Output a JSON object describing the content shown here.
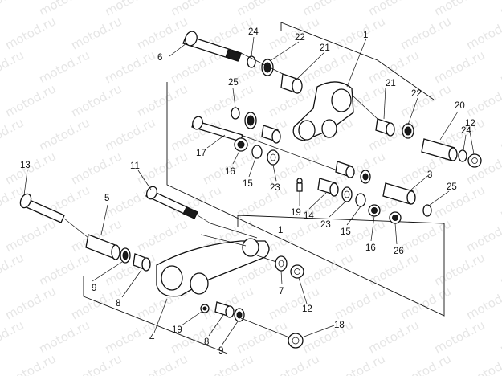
{
  "watermark": "motod.ru",
  "callouts": {
    "c1a": "1",
    "c1b": "1",
    "c3": "3",
    "c4": "4",
    "c5": "5",
    "c6": "6",
    "c7": "7",
    "c8a": "8",
    "c8b": "8",
    "c9a": "9",
    "c9b": "9",
    "c11": "11",
    "c12a": "12",
    "c12b": "12",
    "c13": "13",
    "c14": "14",
    "c15a": "15",
    "c15b": "15",
    "c16a": "16",
    "c16b": "16",
    "c17": "17",
    "c18": "18",
    "c19a": "19",
    "c19b": "19",
    "c20": "20",
    "c21a": "21",
    "c21b": "21",
    "c22a": "22",
    "c22b": "22",
    "c23a": "23",
    "c23b": "23",
    "c24a": "24",
    "c24b": "24",
    "c25a": "25",
    "c25b": "25",
    "c26": "26"
  }
}
